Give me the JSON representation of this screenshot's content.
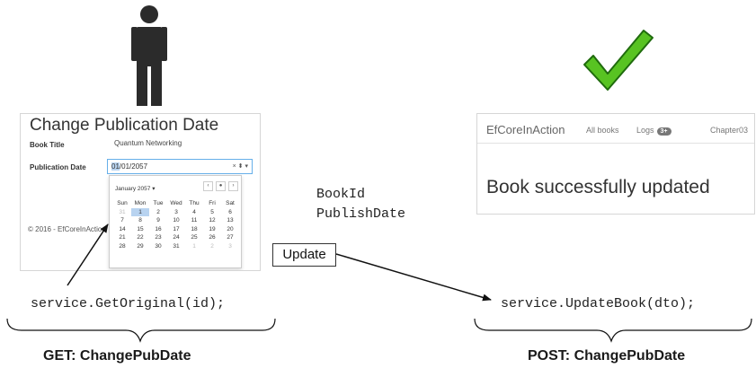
{
  "left_screen": {
    "title": "Change Publication Date",
    "book_title_label": "Book Title",
    "book_title_value": "Quantum Networking",
    "pub_date_label": "Publication Date",
    "date_value_selected": "01",
    "date_value_rest": "/01/2057",
    "date_controls": "× ⬍ ▾",
    "calendar": {
      "month": "January 2057 ▾",
      "prev": "‹",
      "today": "●",
      "next": "›",
      "days": [
        "Sun",
        "Mon",
        "Tue",
        "Wed",
        "Thu",
        "Fri",
        "Sat"
      ],
      "weeks": [
        [
          "31",
          "1",
          "2",
          "3",
          "4",
          "5",
          "6"
        ],
        [
          "7",
          "8",
          "9",
          "10",
          "11",
          "12",
          "13"
        ],
        [
          "14",
          "15",
          "16",
          "17",
          "18",
          "19",
          "20"
        ],
        [
          "21",
          "22",
          "23",
          "24",
          "25",
          "26",
          "27"
        ],
        [
          "28",
          "29",
          "30",
          "31",
          "1",
          "2",
          "3"
        ]
      ]
    },
    "footer": "© 2016 - EfCoreInAction"
  },
  "right_screen": {
    "brand": "EfCoreInAction",
    "nav_all_books": "All books",
    "nav_logs": "Logs",
    "logs_badge": "3+",
    "nav_chapter": "Chapter03",
    "message": "Book successfully updated"
  },
  "fields": [
    "BookId",
    "PublishDate"
  ],
  "update_button": "Update",
  "code_left": "service.GetOriginal(id);",
  "code_right": "service.UpdateBook(dto);",
  "caption_left": "GET: ChangePubDate",
  "caption_right": "POST: ChangePubDate",
  "colors": {
    "person": "#2b2b2b",
    "check_fill": "#58c322",
    "check_stroke": "#1f6b0d",
    "date_highlight": "#b8d3f0"
  }
}
